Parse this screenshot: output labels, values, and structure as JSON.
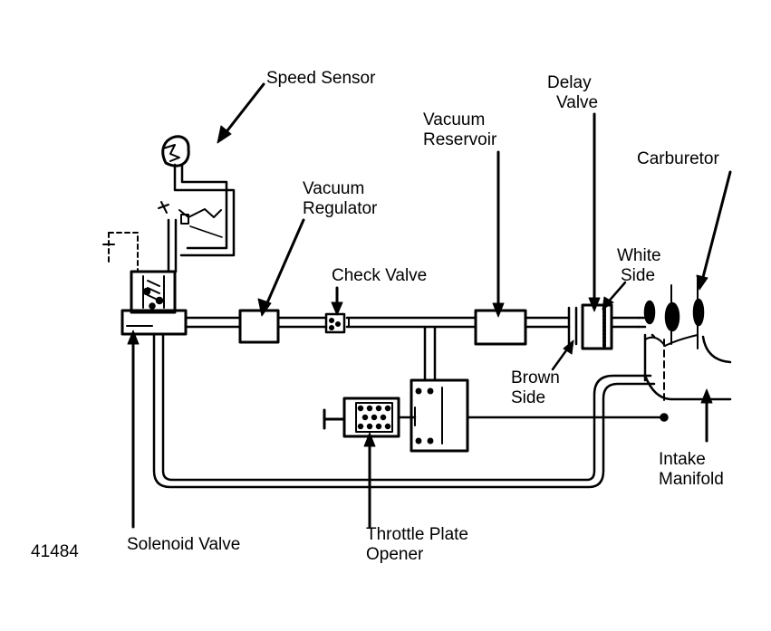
{
  "figure_number": "41484",
  "labels": {
    "speed_sensor": "Speed Sensor",
    "delay_valve_line1": "Delay",
    "delay_valve_line2": "Valve",
    "vacuum_reservoir_line1": "Vacuum",
    "vacuum_reservoir_line2": "Reservoir",
    "carburetor": "Carburetor",
    "vacuum_regulator_line1": "Vacuum",
    "vacuum_regulator_line2": "Regulator",
    "white_side_line1": "White",
    "white_side_line2": "Side",
    "check_valve": "Check Valve",
    "brown_side_line1": "Brown",
    "brown_side_line2": "Side",
    "intake_manifold_line1": "Intake",
    "intake_manifold_line2": "Manifold",
    "solenoid_valve": "Solenoid Valve",
    "throttle_plate_opener_line1": "Throttle Plate",
    "throttle_plate_opener_line2": "Opener"
  },
  "colors": {
    "ink": "#000000",
    "paper": "#ffffff"
  }
}
